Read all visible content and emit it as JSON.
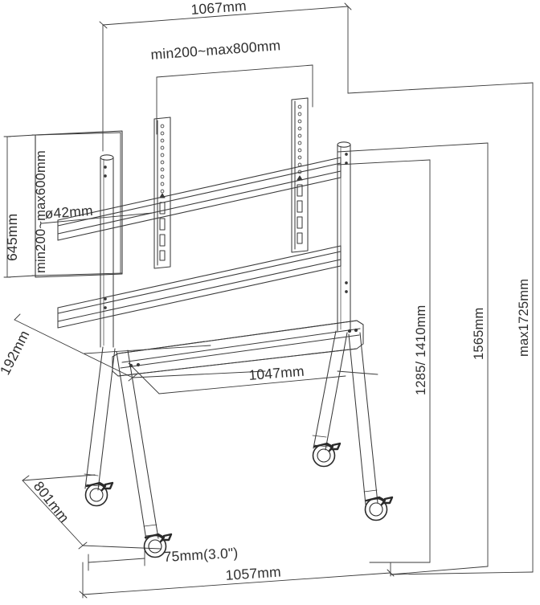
{
  "drawing": {
    "type": "technical-dimension-drawing",
    "subject": "Mobile TV cart / display trolley",
    "background_color": "#ffffff",
    "line_color": "#3a3a3a",
    "text_color": "#2f2f2f"
  },
  "dimensions": {
    "top_overall_width": "1067mm",
    "bracket_span_adjustable": "min200~max800mm",
    "panel_height_left": "645mm",
    "bracket_height_adjustable": "min200~max600mm",
    "pole_diameter": "ø42mm",
    "shelf_depth": "192mm",
    "shelf_width": "1047mm",
    "base_width_rear": "801mm",
    "caster_size": "75mm(3.0\")",
    "base_width_front": "1057mm",
    "screen_center_heights": "1285/ 1410mm",
    "pole_height": "1565mm",
    "max_total_height": "max1725mm"
  },
  "labels": {
    "top_width": "1067mm",
    "bracket_span": "min200~max800mm",
    "left_height": "645mm",
    "bracket_height": "min200~max600mm",
    "diameter": "ø42mm",
    "depth": "192mm",
    "shelf_width": "1047mm",
    "rear_base": "801mm",
    "caster": "75mm(3.0\")",
    "front_base": "1057mm",
    "mount_heights": "1285/ 1410mm",
    "column_height": "1565mm",
    "max_height": "max1725mm"
  },
  "components": {
    "vesa_brackets": 2,
    "horizontal_rails": 2,
    "vertical_poles": 2,
    "casters": 4,
    "shelf": 1
  }
}
